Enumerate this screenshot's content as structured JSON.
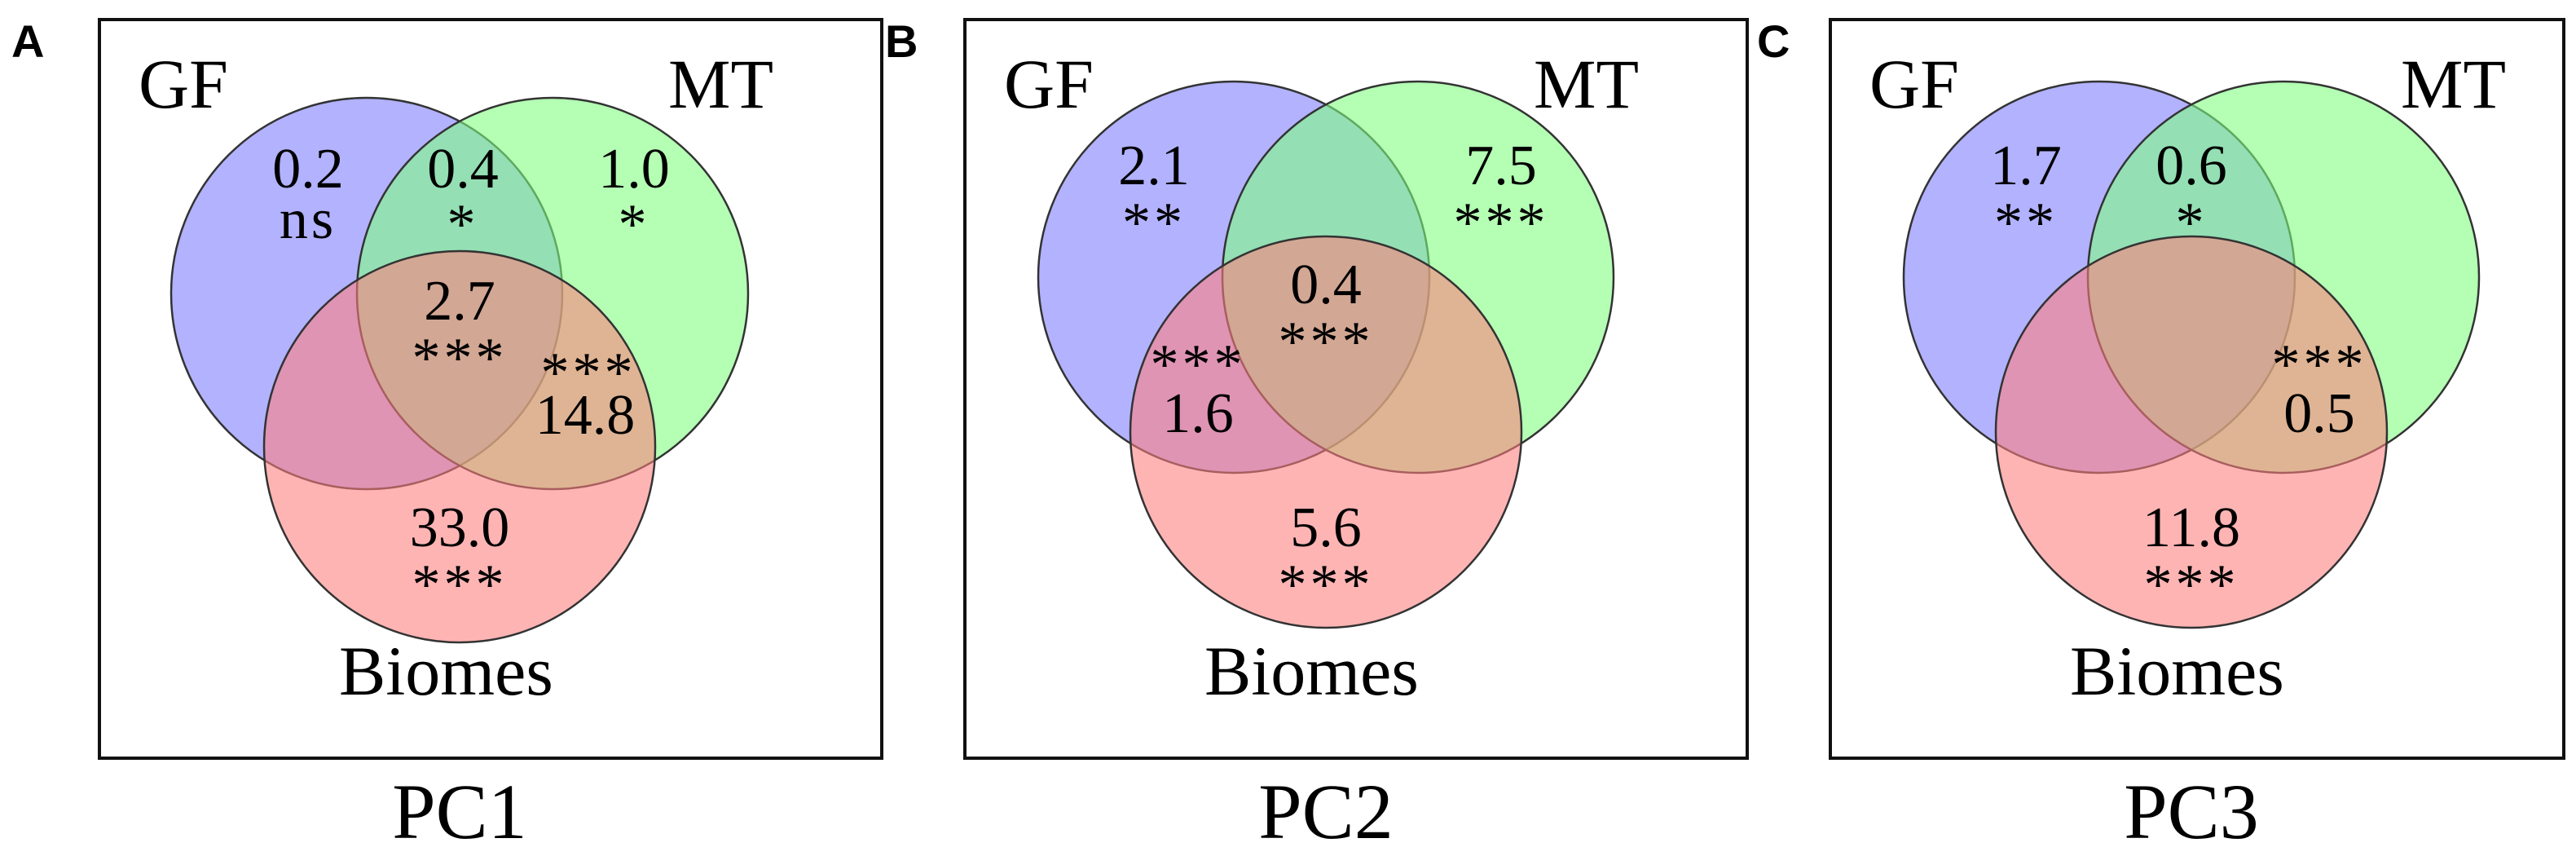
{
  "colors": {
    "gf": "#7b7bff",
    "mt": "#7dff7d",
    "biomes": "#ff7d7d"
  },
  "panels": [
    {
      "letter": "A",
      "pc": "PC1",
      "sets": {
        "gf": "GF",
        "mt": "MT",
        "biomes": "Biomes"
      },
      "regions": {
        "gf_only": {
          "value": "0.2",
          "sig": "ns"
        },
        "gf_mt": {
          "value": "0.4",
          "sig": "*"
        },
        "mt_only": {
          "value": "1.0",
          "sig": "*"
        },
        "all": {
          "value": "2.7",
          "sig": "***"
        },
        "mt_biomes": {
          "value": "14.8",
          "sig": "***"
        },
        "gf_biomes": {
          "value": "",
          "sig": ""
        },
        "biomes_only": {
          "value": "33.0",
          "sig": "***"
        }
      }
    },
    {
      "letter": "B",
      "pc": "PC2",
      "sets": {
        "gf": "GF",
        "mt": "MT",
        "biomes": "Biomes"
      },
      "regions": {
        "gf_only": {
          "value": "2.1",
          "sig": "**"
        },
        "gf_mt": {
          "value": "",
          "sig": ""
        },
        "mt_only": {
          "value": "7.5",
          "sig": "***"
        },
        "all": {
          "value": "0.4",
          "sig": "***"
        },
        "mt_biomes": {
          "value": "",
          "sig": ""
        },
        "gf_biomes": {
          "value": "1.6",
          "sig": "***"
        },
        "biomes_only": {
          "value": "5.6",
          "sig": "***"
        }
      }
    },
    {
      "letter": "C",
      "pc": "PC3",
      "sets": {
        "gf": "GF",
        "mt": "MT",
        "biomes": "Biomes"
      },
      "regions": {
        "gf_only": {
          "value": "1.7",
          "sig": "**"
        },
        "gf_mt": {
          "value": "0.6",
          "sig": "*"
        },
        "mt_only": {
          "value": "",
          "sig": ""
        },
        "all": {
          "value": "",
          "sig": ""
        },
        "mt_biomes": {
          "value": "0.5",
          "sig": "***"
        },
        "gf_biomes": {
          "value": "",
          "sig": ""
        },
        "biomes_only": {
          "value": "11.8",
          "sig": "***"
        }
      }
    }
  ]
}
